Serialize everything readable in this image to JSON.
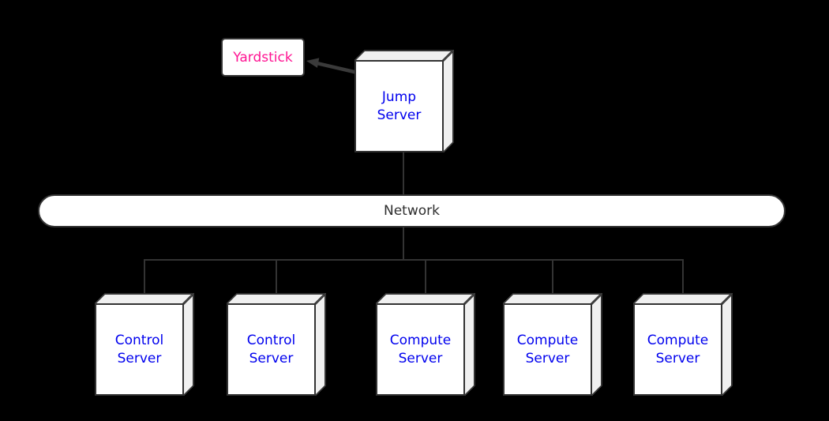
{
  "diagram": {
    "type": "deployment-diagram",
    "background": "#000000",
    "colors": {
      "node_fill": "#ffffff",
      "node_depth_fill": "#f0f0f0",
      "border": "#333333",
      "connector": "#333333",
      "server_label": "#0000ee",
      "yardstick_label": "#ff1493",
      "network_label": "#2e2e2e"
    },
    "nodes": {
      "yardstick": {
        "label": "Yardstick",
        "shape": "rounded-rect"
      },
      "jump_server": {
        "label": "Jump Server",
        "shape": "3d-box",
        "port": "circle-port"
      },
      "network": {
        "label": "Network",
        "shape": "pill"
      },
      "servers": [
        {
          "label": "Control Server",
          "shape": "3d-box"
        },
        {
          "label": "Control Server",
          "shape": "3d-box"
        },
        {
          "label": "Compute Server",
          "shape": "3d-box"
        },
        {
          "label": "Compute Server",
          "shape": "3d-box"
        },
        {
          "label": "Compute Server",
          "shape": "3d-box"
        }
      ]
    },
    "edges": [
      {
        "from": "jump_server.port",
        "to": "yardstick",
        "style": "arrow"
      },
      {
        "from": "jump_server",
        "to": "network",
        "style": "line"
      },
      {
        "from": "network",
        "to": "servers",
        "style": "bus"
      }
    ]
  }
}
